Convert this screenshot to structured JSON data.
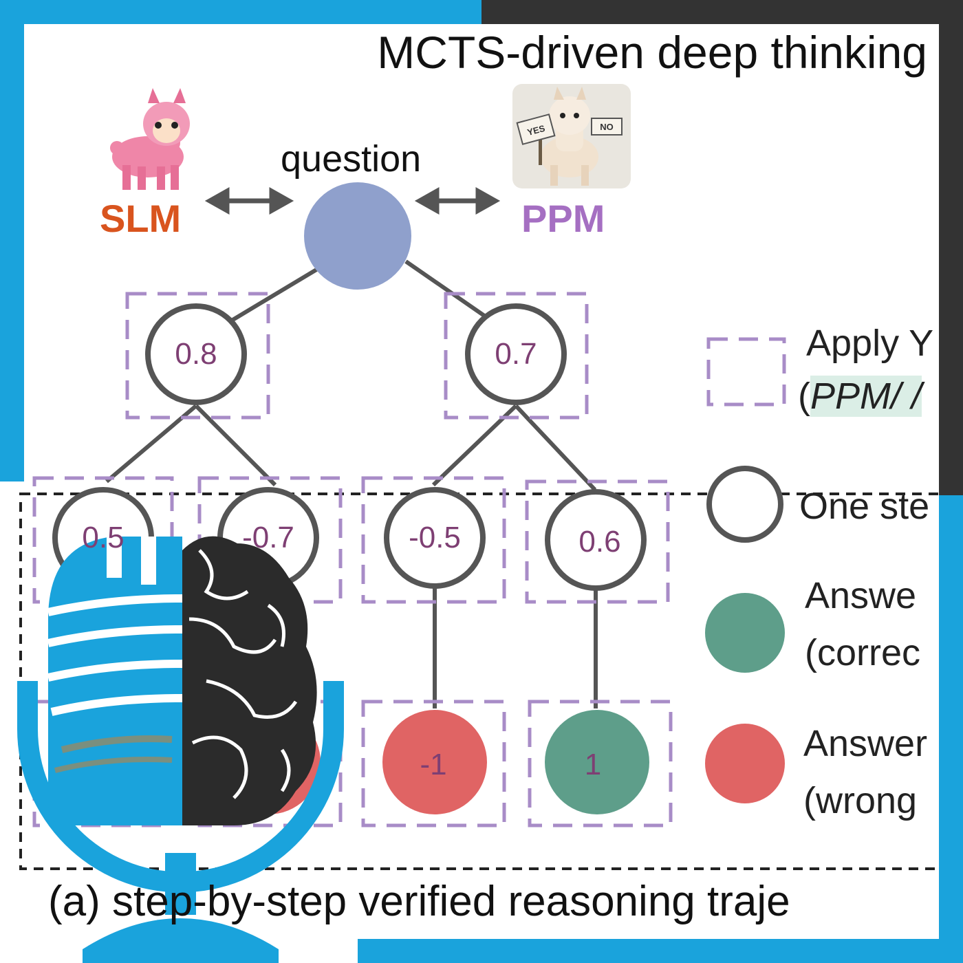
{
  "title": "MCTS-driven deep thinking",
  "question_label": "question",
  "slm_label": "SLM",
  "ppm_label": "PPM",
  "ppm_sign_yes": "YES",
  "ppm_sign_no": "NO",
  "tree": {
    "level1": [
      "0.8",
      "0.7"
    ],
    "level2": [
      "0.5",
      "-0.7",
      "-0.5",
      "0.6"
    ],
    "answers": [
      "-1",
      "1"
    ]
  },
  "legend": {
    "apply_line1": "Apply Y",
    "apply_line2_paren": "(",
    "apply_line2_tag": "PPM/ /",
    "one_step": "One ste",
    "answer_correct_line1": "Answe",
    "answer_correct_line2": "(correc",
    "answer_wrong_line1": "Answer",
    "answer_wrong_line2": "(wrong"
  },
  "caption": "(a) step-by-step verified reasoning traje",
  "colors": {
    "root": "#8fa0cc",
    "correct": "#5e9e8a",
    "wrong": "#e06464",
    "dashed_box": "#a88cc7",
    "edge": "#555555",
    "frame_blue": "#1aa3dc",
    "frame_dark": "#333333"
  },
  "icons": [
    "llama-slm-icon",
    "llama-ppm-icon",
    "microphone-brain-icon"
  ]
}
